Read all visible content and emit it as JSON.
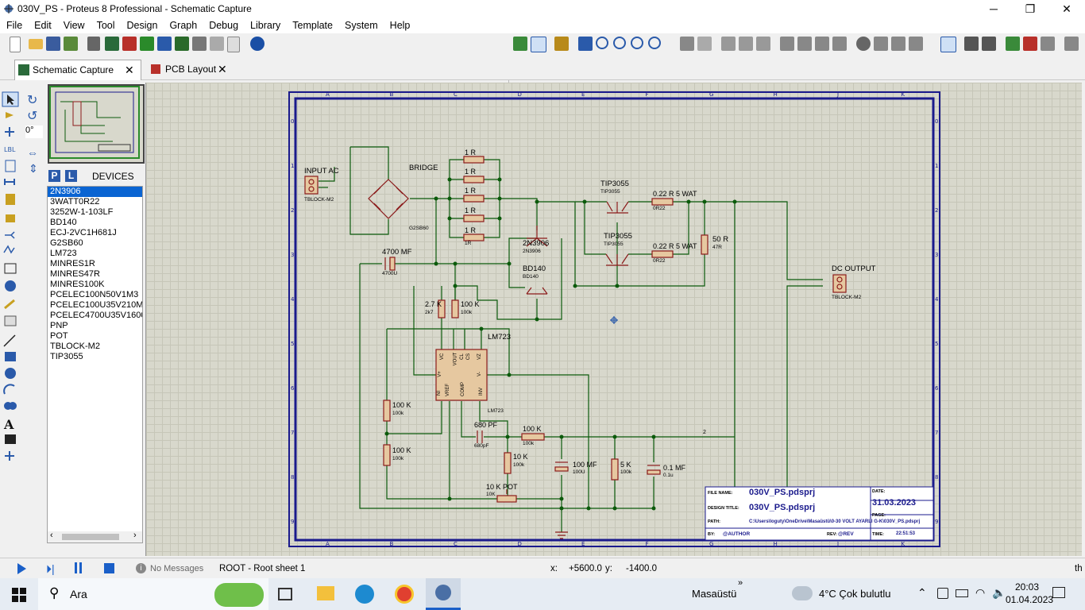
{
  "window": {
    "title": "030V_PS - Proteus 8 Professional - Schematic Capture",
    "minimize": "─",
    "maximize": "❐",
    "close": "✕"
  },
  "menu": [
    "File",
    "Edit",
    "View",
    "Tool",
    "Design",
    "Graph",
    "Debug",
    "Library",
    "Template",
    "System",
    "Help"
  ],
  "tabs": [
    {
      "label": "Schematic Capture",
      "active": true
    },
    {
      "label": "PCB Layout",
      "active": false
    }
  ],
  "left_panel": {
    "angle": "0°",
    "p_button": "P",
    "l_button": "L",
    "devices_title": "DEVICES",
    "devices": [
      "2N3906",
      "3WATT0R22",
      "3252W-1-103LF",
      "BD140",
      "ECJ-2VC1H681J",
      "G2SB60",
      "LM723",
      "MINRES1R",
      "MINRES47R",
      "MINRES100K",
      "PCELEC100N50V1M3",
      "PCELEC100U35V210M",
      "PCELEC4700U35V1600",
      "PNP",
      "POT",
      "TBLOCK-M2",
      "TIP3055"
    ],
    "selected_device": "2N3906"
  },
  "schematic": {
    "col_labels": [
      "A",
      "B",
      "C",
      "D",
      "E",
      "F",
      "G",
      "H",
      "J",
      "K"
    ],
    "row_labels": [
      "0",
      "1",
      "2",
      "3",
      "4",
      "5",
      "6",
      "7",
      "8",
      "9"
    ],
    "labels": {
      "input_ac": "INPUT AC",
      "input_ac_part": "TBLOCK-M2",
      "bridge": "BRIDGE",
      "bridge_part": "G2SB60",
      "r1_value": "1 R",
      "r1_part": "1R",
      "cap4700": "4700 MF",
      "cap4700_part": "4700U",
      "q_2n3906": "2N3906",
      "q_bd140": "BD140",
      "tip1": "TIP3055",
      "tip2": "TIP3055",
      "r022_value": "0.22 R 5 WAT",
      "r022_part": "0R22",
      "r50": "50 R",
      "r50_part": "47R",
      "dc_output": "DC OUTPUT",
      "dc_output_part": "TBLOCK-M2",
      "r27k": "2.7 K",
      "r27k_part": "2k7",
      "r100k": "100 K",
      "r100k_part": "100k",
      "lm723": "LM723",
      "c680": "680 PF",
      "c680_part": "680pF",
      "r10k": "10 K",
      "r10k_part": "100k",
      "pot": "10 K POT",
      "pot_part": "10K",
      "c100mf": "100 MF",
      "c100mf_part": "100U",
      "r5k": "5 K",
      "r5k_part": "100k",
      "c01mf": "0.1 MF",
      "c01mf_part": "0.1u",
      "net2": "2",
      "pins": {
        "vc": "VC",
        "vout": "VOUT",
        "cl": "CL",
        "cs": "CS",
        "vz": "VZ",
        "vplus": "V+",
        "vminus": "V-",
        "ni": "NI",
        "vref": "VREF",
        "comp": "COMP",
        "inv": "INV"
      }
    },
    "title_block": {
      "file_name_label": "FILE NAME:",
      "file_name": "030V_PS.pdsprj",
      "design_title_label": "DESIGN TITLE:",
      "design_title": "030V_PS.pdsprj",
      "path_label": "PATH:",
      "path": "C:\\Users\\loguty\\OneDrive\\Masaüstü\\0-30 VOLT AYARLI G-K\\030V_PS.pdsprj",
      "by_label": "BY:",
      "by": "@AUTHOR",
      "date_label": "DATE:",
      "date": "31.03.2023",
      "page_label": "PAGE:",
      "rev_label": "REV:",
      "rev": "@REV",
      "time_label": "TIME:",
      "time": "22:51:53"
    }
  },
  "status": {
    "messages": "No Messages",
    "sheet": "ROOT - Root sheet 1",
    "x_label": "x:",
    "x": "+5600.0",
    "y_label": "y:",
    "y": "-1400.0",
    "unit": "th"
  },
  "taskbar": {
    "search": "Ara",
    "desktop": "Masaüstü",
    "weather": "4°C  Çok bulutlu",
    "time": "20:03",
    "date": "01.04.2023"
  },
  "colors": {
    "wire": "#0b5a0b",
    "component": "#8b1a1a",
    "sheet_border": "#1a1a8c",
    "selection": "#0a64d2"
  }
}
